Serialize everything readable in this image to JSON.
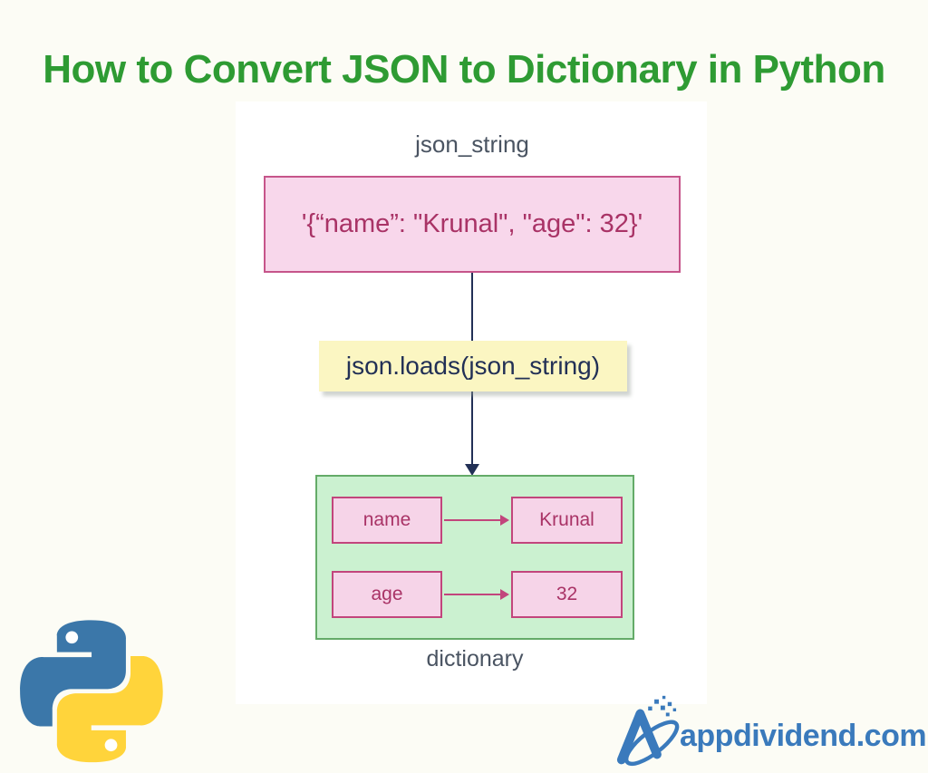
{
  "title": "How to Convert JSON to Dictionary in Python",
  "diagram": {
    "input_label": "json_string",
    "input_value": "'{“name”: \"Krunal\", \"age\": 32}'",
    "function_call": "json.loads(json_string)",
    "output_label": "dictionary",
    "entries": [
      {
        "key": "name",
        "value": "Krunal"
      },
      {
        "key": "age",
        "value": "32"
      }
    ]
  },
  "branding": {
    "site_text": "appdividend.com",
    "logo_icons": [
      "python-logo-icon",
      "appdividend-mark-icon"
    ]
  },
  "colors": {
    "background": "#fcfcf5",
    "title_green": "#2e9b33",
    "label_slate": "#4a5462",
    "pink_fill": "#f8d7eb",
    "pink_border": "#c6558a",
    "pink_text": "#a93366",
    "yellow_fill": "#fbf6c2",
    "arrow_navy": "#223056",
    "green_fill": "#cbf1d0",
    "green_border": "#64ab68",
    "brand_blue": "#3a7abc",
    "python_blue": "#3776ab",
    "python_yellow": "#ffd43b"
  }
}
